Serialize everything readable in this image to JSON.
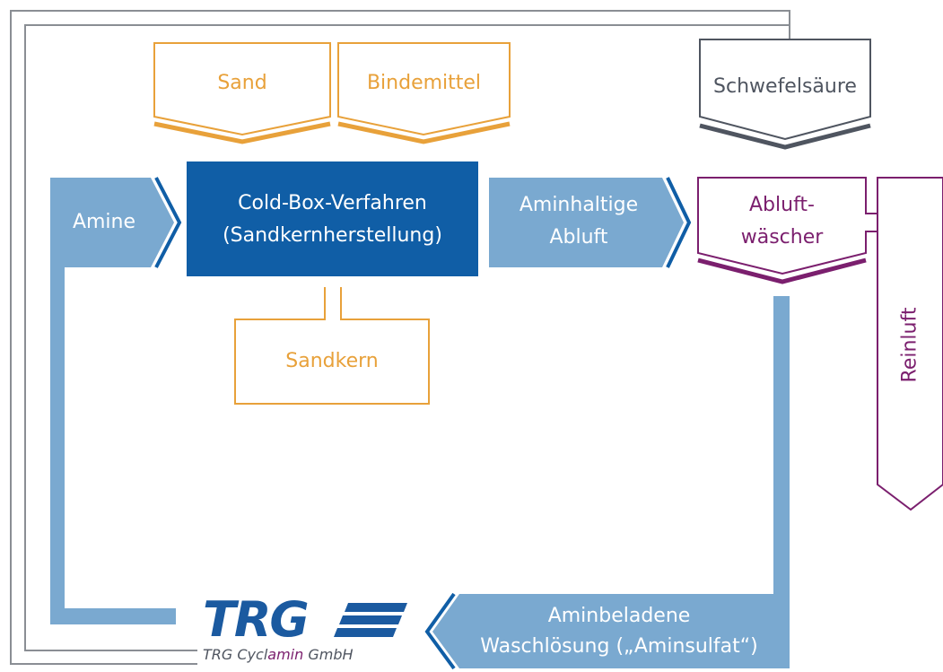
{
  "colors": {
    "orange": "#e8a13a",
    "dark_gray": "#4f5560",
    "light_gray_line": "#8a8e94",
    "dark_blue": "#105ea6",
    "light_blue": "#7aa9d0",
    "purple": "#7b1f6e",
    "white": "#ffffff"
  },
  "inputs": {
    "sand": "Sand",
    "binder": "Bindemittel",
    "sulfuric_acid": "Schwefelsäure"
  },
  "process": {
    "line1": "Cold-Box-Verfahren",
    "line2": "(Sandkernherstellung)"
  },
  "output": {
    "sand_core": "Sandkern"
  },
  "arrows": {
    "amine": "Amine",
    "exhaust_line1": "Aminhaltige",
    "exhaust_line2": "Abluft",
    "wash_line1": "Aminbeladene",
    "wash_line2": "Waschlösung („Aminsulfat“)"
  },
  "scrubber": {
    "line1": "Abluft-",
    "line2": "wäscher"
  },
  "clean_air": "Reinluft",
  "logo": {
    "mark": "TRG",
    "company_prefix": "TRG Cycl",
    "company_accent": "amin",
    "company_suffix": " GmbH"
  },
  "icons": {
    "logo_stripes": "trg-stripes-icon"
  }
}
